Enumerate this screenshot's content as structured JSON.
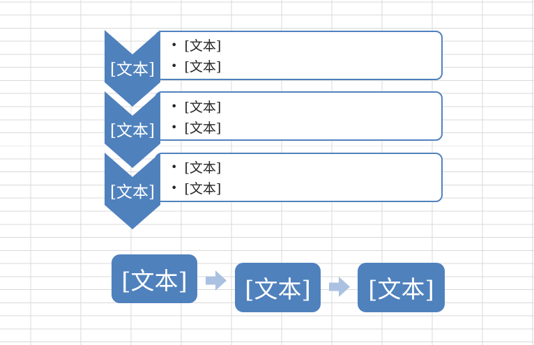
{
  "canvas": {
    "type": "excel-worksheet-grid"
  },
  "colors": {
    "accent_blue": "#4f81bd",
    "arrow_blue": "#abc1e1",
    "gridline": "#d9d9d9",
    "bullet_text": "#262626",
    "shape_text": "#ffffff"
  },
  "icons": {
    "chevron": "down-chevron-icon",
    "arrow": "right-block-arrow-icon"
  },
  "chevron_list": {
    "bullet_char": "•",
    "items": [
      {
        "label": "[文本]",
        "bullets": [
          "[文本]",
          "[文本]"
        ]
      },
      {
        "label": "[文本]",
        "bullets": [
          "[文本]",
          "[文本]"
        ]
      },
      {
        "label": "[文本]",
        "bullets": [
          "[文本]",
          "[文本]"
        ]
      }
    ]
  },
  "process_flow": {
    "steps": [
      "[文本]",
      "[文本]",
      "[文本]"
    ]
  }
}
